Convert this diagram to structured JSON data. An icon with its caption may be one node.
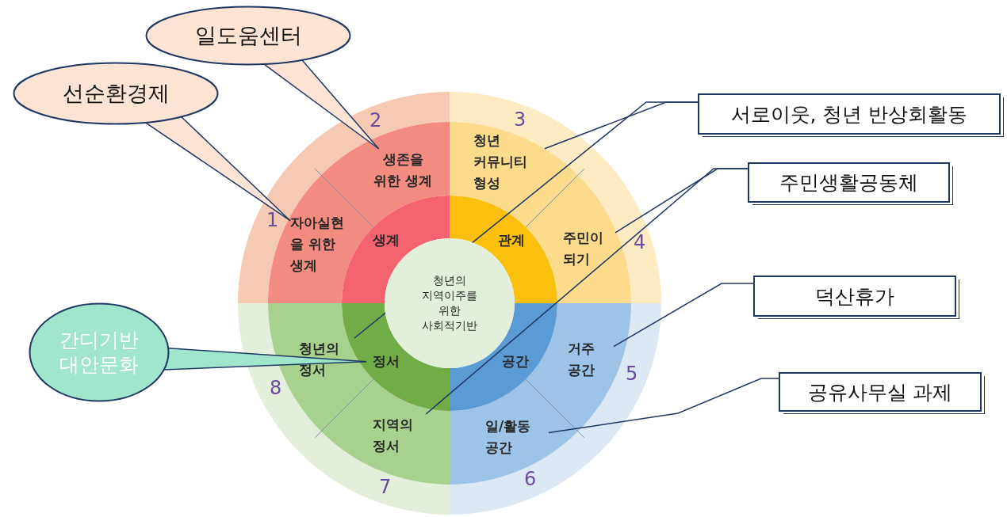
{
  "diagram": {
    "nodes": [
      {
        "text": [
          "일도움센터"
        ]
      },
      {
        "text": [
          "선순환경제"
        ]
      },
      {
        "text": [
          "간디기반 대안문화"
        ]
      },
      {
        "text": [
          "서로이웃, 청년 반상회활동"
        ]
      },
      {
        "text": [
          "주민생활공동체"
        ]
      },
      {
        "text": [
          "덕산휴가"
        ]
      },
      {
        "text": [
          "공유사무실 과제"
        ]
      },
      {
        "text": [
          "청년의 지역이주를 위한 사회적기반"
        ]
      },
      {
        "text": [
          "생계"
        ]
      },
      {
        "text": [
          "관계"
        ]
      },
      {
        "text": [
          "공간"
        ]
      },
      {
        "text": [
          "정서"
        ]
      },
      {
        "text": [
          "자아실현을 위한 생계"
        ]
      },
      {
        "text": [
          "생존을 위한 생계"
        ]
      },
      {
        "text": [
          "청년 커뮤니티 형성"
        ]
      },
      {
        "text": [
          "주민이 되기"
        ]
      },
      {
        "text": [
          "거주 공간"
        ]
      },
      {
        "text": [
          "일/활동 공간"
        ]
      },
      {
        "text": [
          "지역의 정서"
        ]
      },
      {
        "text": [
          "청년의 정서"
        ]
      }
    ],
    "edges": [
      {
        "from": 0,
        "to": 13,
        "arrow": "none"
      },
      {
        "from": 1,
        "to": 12,
        "arrow": "none"
      },
      {
        "from": 2,
        "to": 11,
        "arrow": "none"
      },
      {
        "from": 3,
        "to": 14,
        "arrow": "none"
      },
      {
        "from": 3,
        "to": 19,
        "arrow": "none"
      },
      {
        "from": 4,
        "to": 15,
        "arrow": "none"
      },
      {
        "from": 4,
        "to": 18,
        "arrow": "none"
      },
      {
        "from": 5,
        "to": 16,
        "arrow": "none"
      },
      {
        "from": 6,
        "to": 17,
        "arrow": "none"
      }
    ],
    "labels": [
      "2",
      "3",
      "1",
      "4",
      "8",
      "5",
      "7",
      "6"
    ]
  }
}
